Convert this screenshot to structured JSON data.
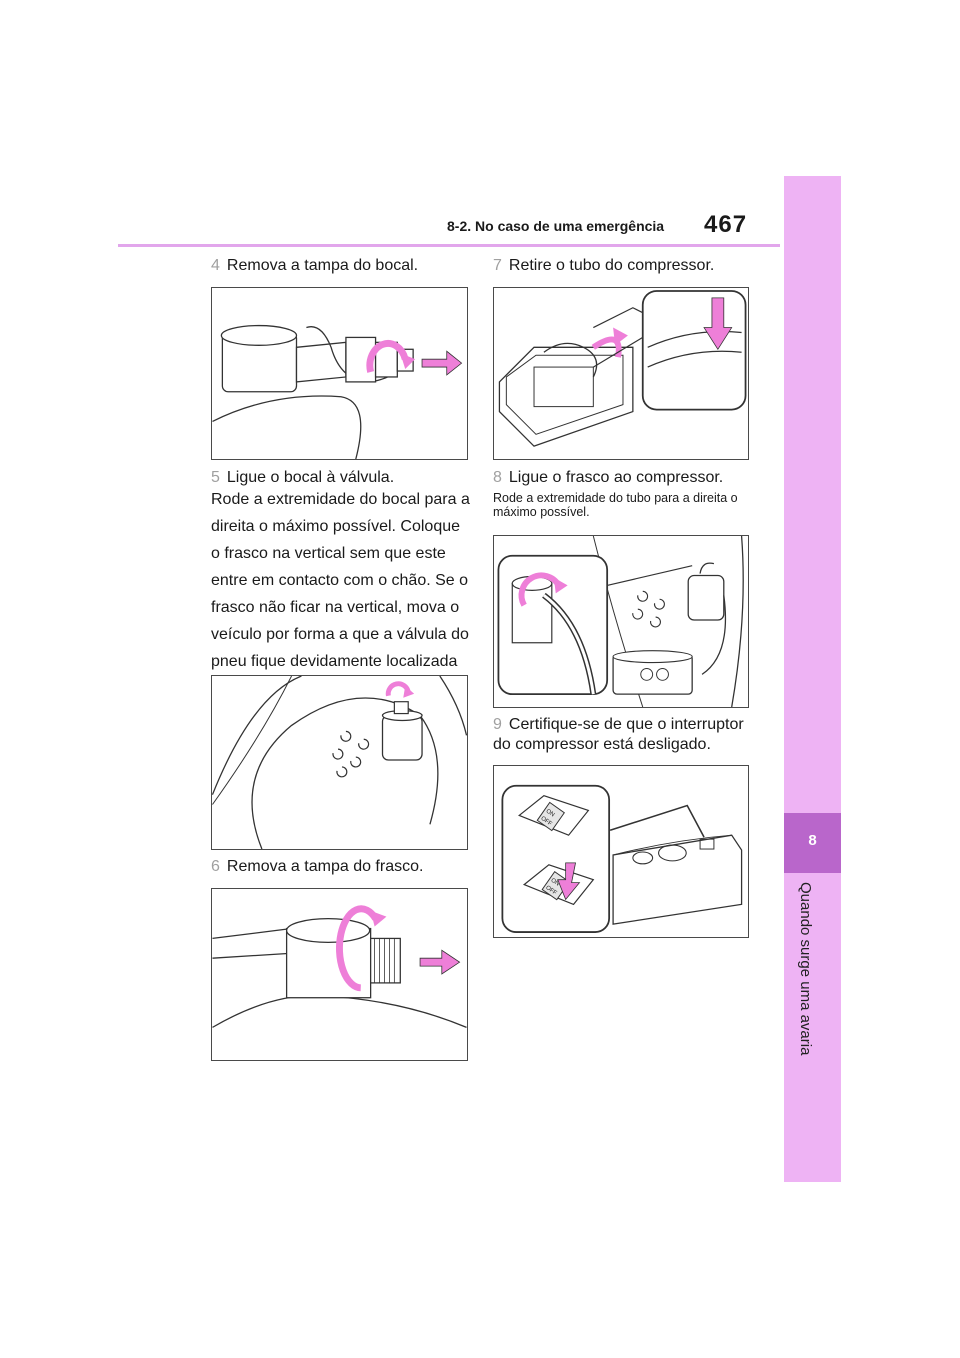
{
  "header": {
    "section_title": "8-2. No caso de uma emergência",
    "page_number": "467"
  },
  "side_tab": {
    "chapter_number": "8",
    "chapter_title": "Quando surge uma avaria"
  },
  "steps": {
    "s4": {
      "num": "4",
      "text": "Remova a tampa do bocal."
    },
    "s5": {
      "num": "5",
      "text": "Ligue o bocal à válvula."
    },
    "s5_body": "Rode a extremidade do bocal para a direita o máximo possível. Coloque o frasco na vertical sem que este entre em contacto com o chão. Se o frasco não ficar na vertical, mova o veículo por forma a que a válvula do pneu fique devidamente localizada",
    "s6": {
      "num": "6",
      "text": "Remova a tampa do frasco."
    },
    "s7": {
      "num": "7",
      "text": "Retire o tubo do compressor."
    },
    "s8": {
      "num": "8",
      "text": "Ligue o frasco ao compressor."
    },
    "s8_body": "Rode a extremidade do tubo para a direita o máximo possível.",
    "s9": {
      "num": "9",
      "text": "Certifique-se de que o interruptor do compressor está desligado."
    }
  },
  "switch_labels": {
    "on": "ON",
    "off": "OFF"
  },
  "colors": {
    "accent_pink": "#eeb3f4",
    "tab_dark": "#b966cb",
    "arrow_pink": "#ee7fd8",
    "rule": "#e2a6ec"
  }
}
